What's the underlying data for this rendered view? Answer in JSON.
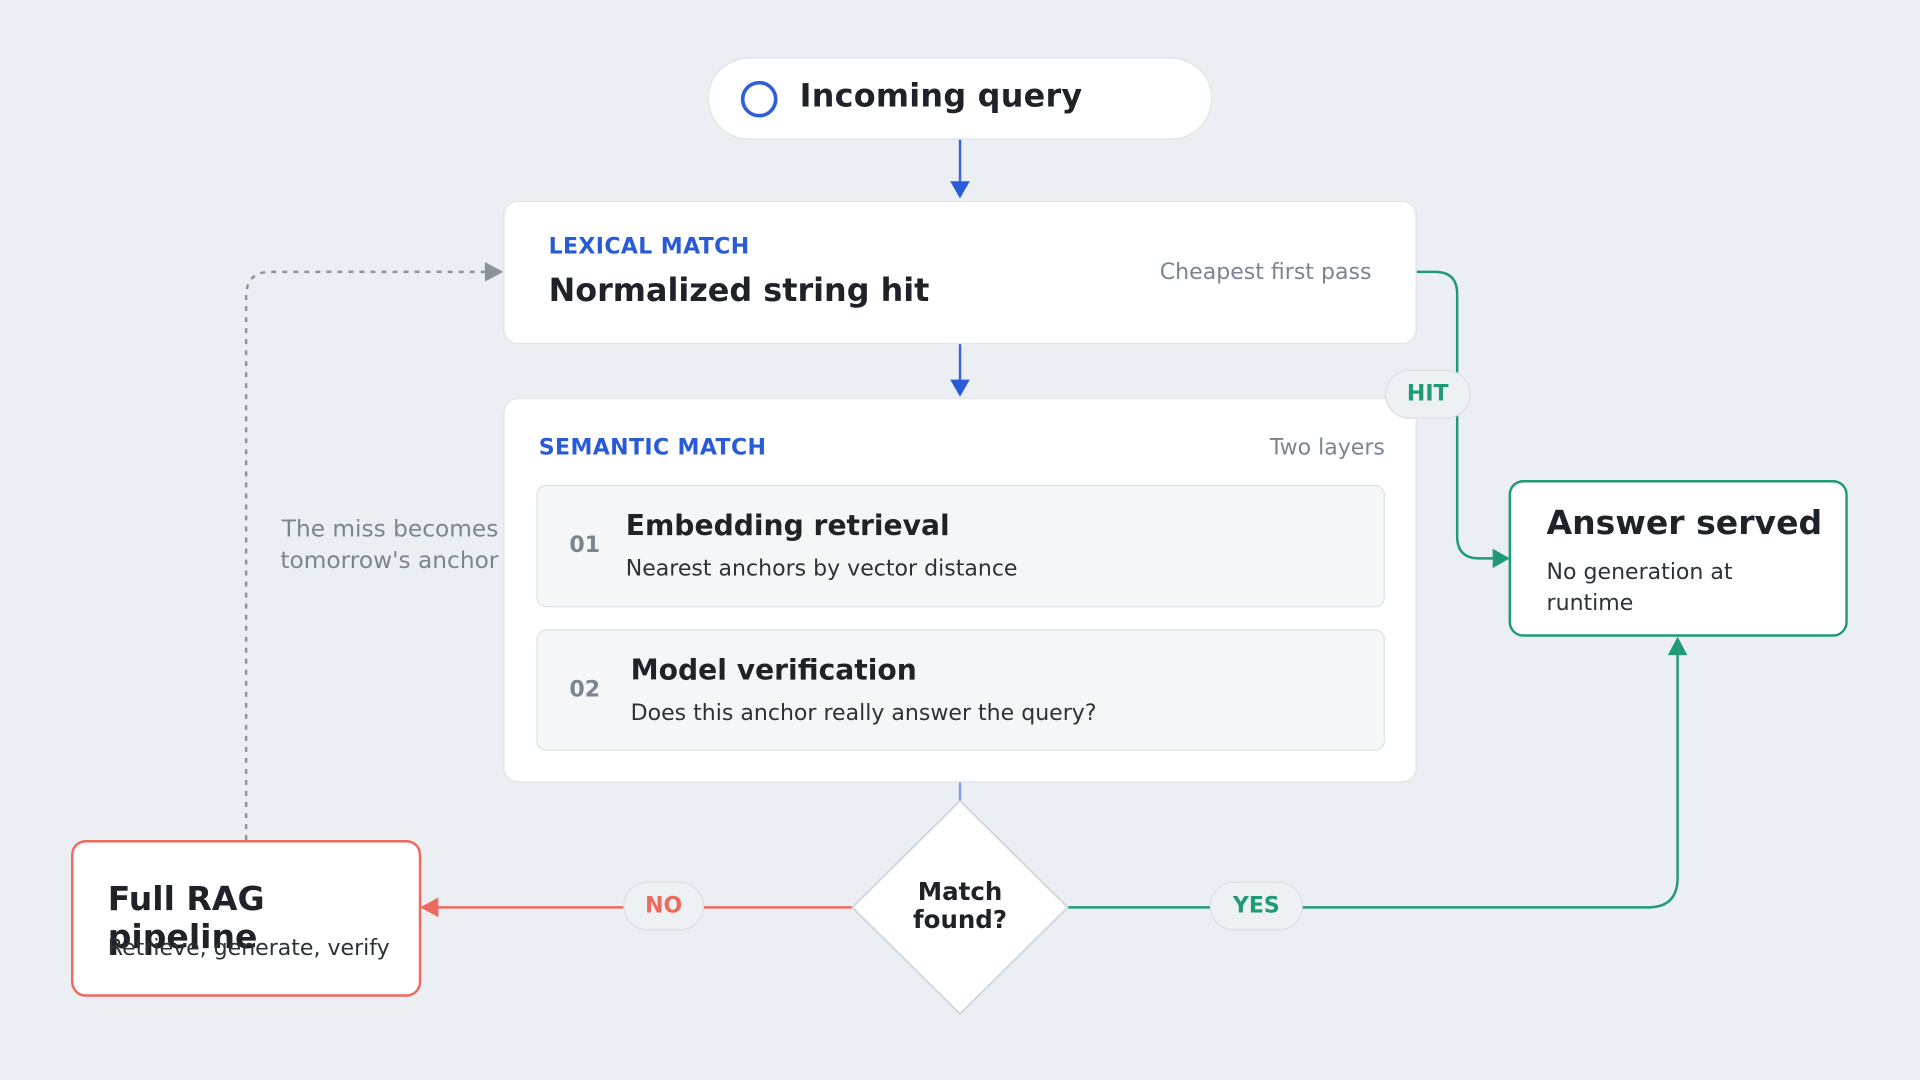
{
  "query": {
    "label": "Incoming query"
  },
  "lexical": {
    "eyebrow": "LEXICAL MATCH",
    "title": "Normalized string hit",
    "note": "Cheapest first pass"
  },
  "semantic": {
    "eyebrow": "SEMANTIC MATCH",
    "note": "Two layers",
    "steps": [
      {
        "num": "01",
        "title": "Embedding retrieval",
        "sub": "Nearest anchors by vector distance"
      },
      {
        "num": "02",
        "title": "Model verification",
        "sub": "Does this anchor really answer the query?"
      }
    ]
  },
  "decision": {
    "line1": "Match",
    "line2": "found?"
  },
  "answer": {
    "title": "Answer served",
    "sub_line1": "No generation at",
    "sub_line2": "runtime"
  },
  "rag": {
    "title": "Full RAG pipeline",
    "sub": "Retrieve, generate, verify"
  },
  "labels": {
    "hit": "HIT",
    "yes": "YES",
    "no": "NO"
  },
  "feedback_note": {
    "line1": "The miss becomes",
    "line2": "tomorrow's anchor"
  },
  "colors": {
    "blue": "#2a5bd7",
    "green": "#1f9a74",
    "red": "#ec6a5e",
    "gray": "#8a929c",
    "background": "#ebeff4"
  }
}
